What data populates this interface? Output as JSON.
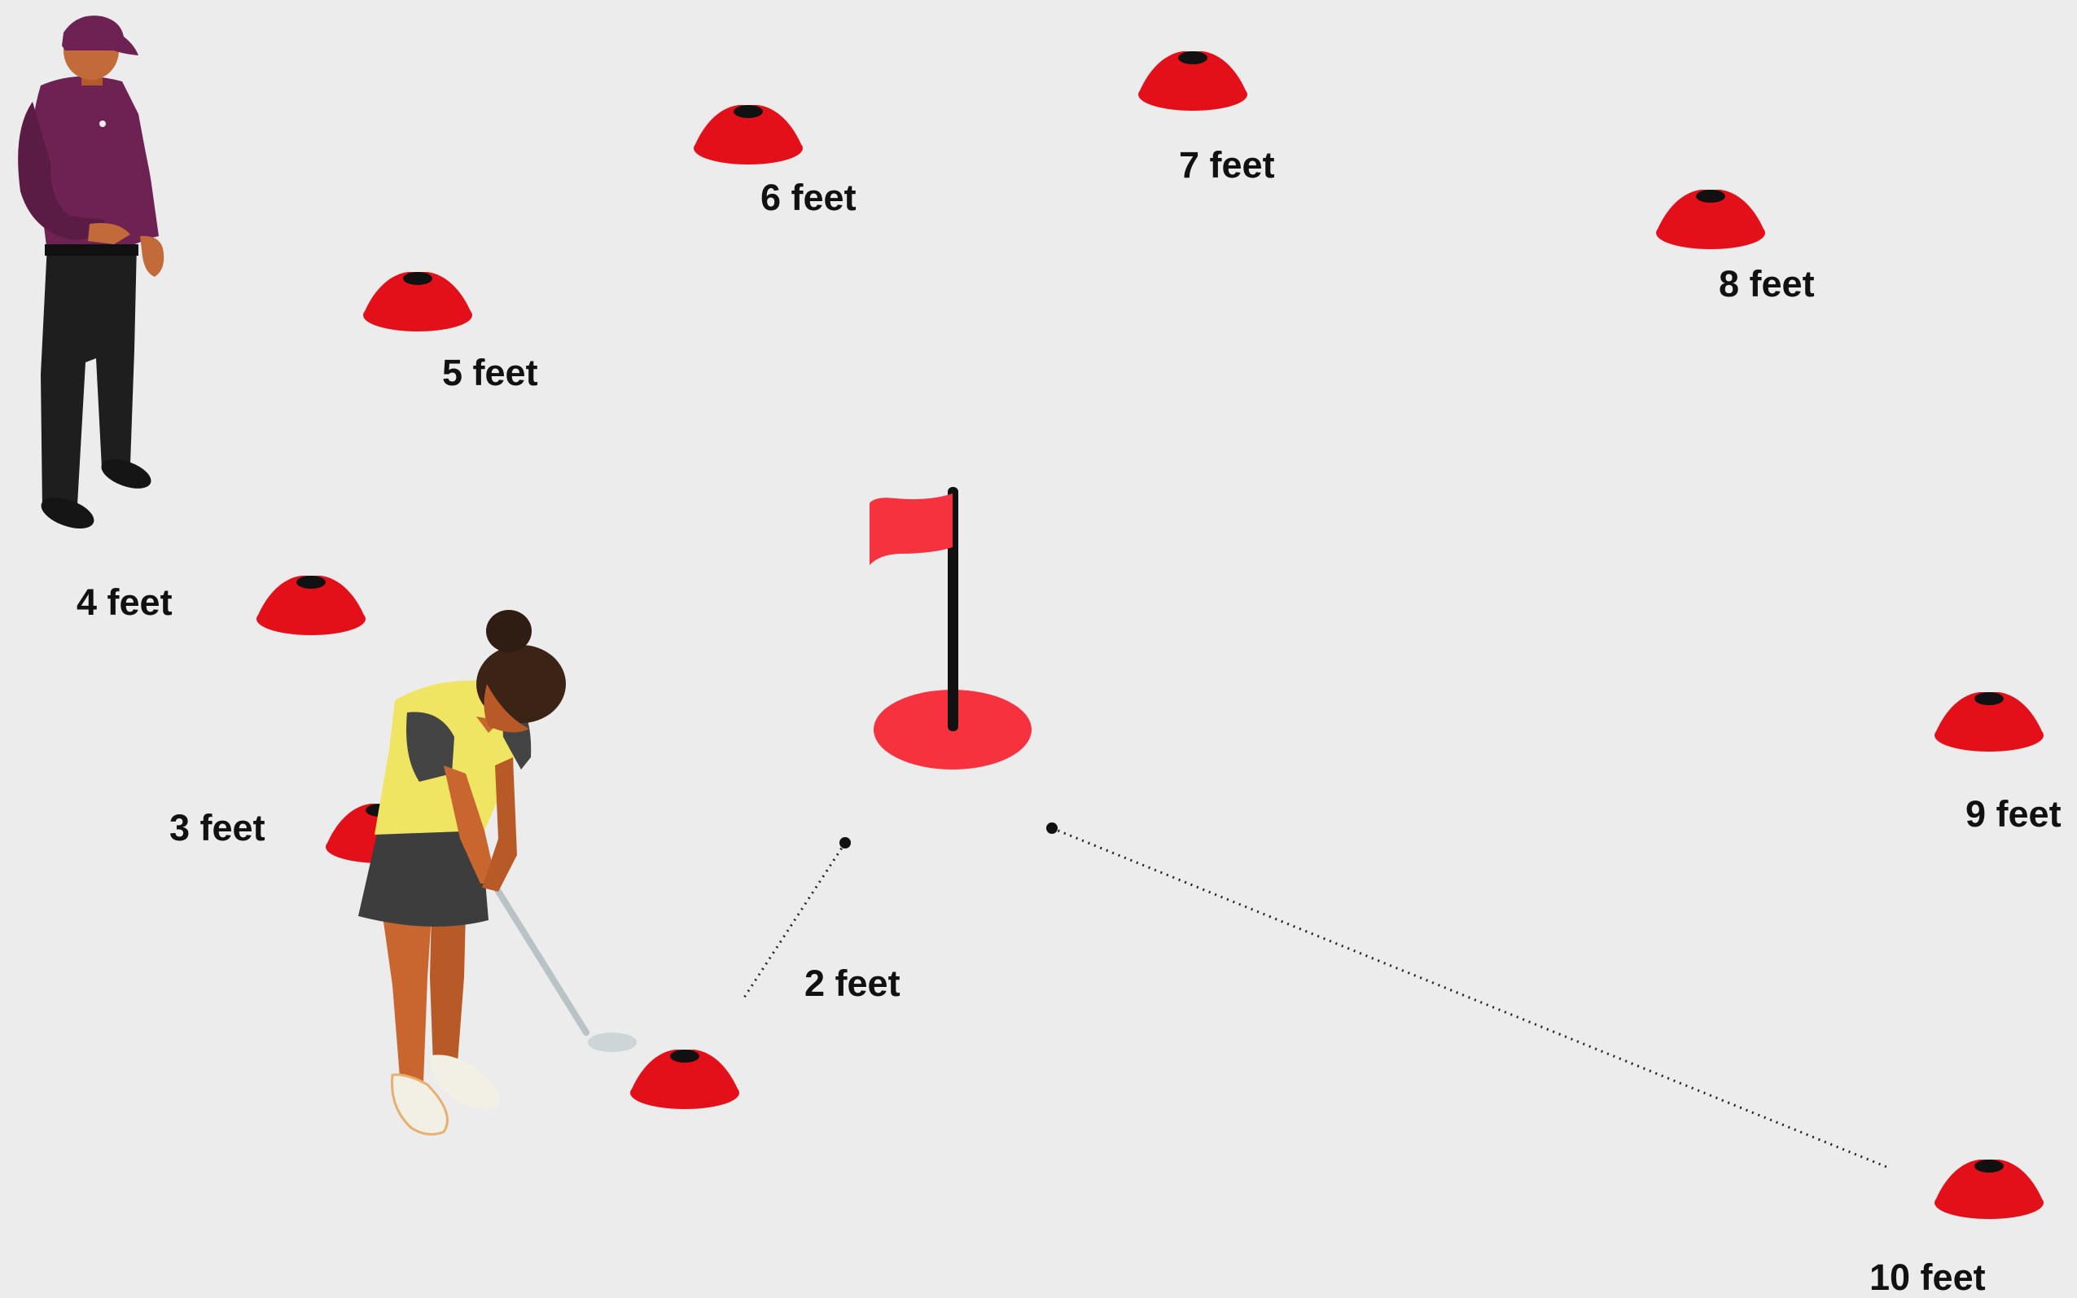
{
  "colors": {
    "background": "#ececec",
    "cone": "#e3101a",
    "cone_hole": "#111111",
    "hole": "#f5323e",
    "flag": "#f5323e",
    "flagstick": "#111111",
    "label": "#111111"
  },
  "labels": {
    "d2": "2 feet",
    "d3": "3 feet",
    "d4": "4 feet",
    "d5": "5 feet",
    "d6": "6 feet",
    "d7": "7 feet",
    "d8": "8 feet",
    "d9": "9 feet",
    "d10": "10 feet"
  },
  "figures": {
    "coach_icon": "coach-figure",
    "golfer_icon": "putting-golfer-figure",
    "flag_icon": "flag-icon",
    "cone_icon": "training-cone-icon"
  }
}
